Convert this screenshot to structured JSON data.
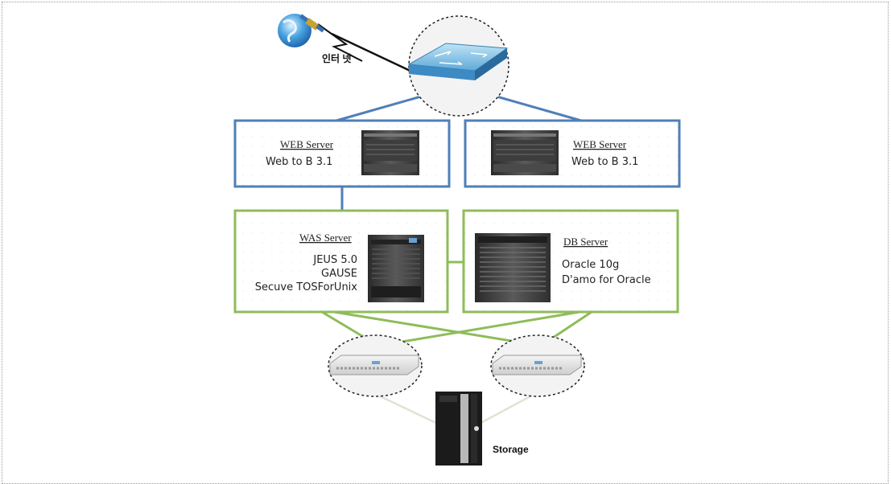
{
  "internet_label": "인터 넷",
  "web_server_left": {
    "title": "WEB Server",
    "software": [
      "Web to B 3.1"
    ]
  },
  "web_server_right": {
    "title": "WEB Server",
    "software": [
      "Web to B 3.1"
    ]
  },
  "was_server": {
    "title": "WAS Server",
    "software": [
      "JEUS 5.0",
      "GAUSE",
      "Secuve TOSForUnix"
    ]
  },
  "db_server": {
    "title": "DB Server",
    "software": [
      "Oracle 10g",
      "D'amo for Oracle"
    ]
  },
  "storage_label": "Storage",
  "colors": {
    "web_border": "#4f7fb8",
    "app_border": "#8fbc5a",
    "switch": "#5fa9d6",
    "link_blue": "#4f7fb8",
    "link_green": "#8fbc5a"
  },
  "icons": [
    "globe-satellite-icon",
    "network-switch-icon",
    "server-rack-icon",
    "storage-tower-icon"
  ]
}
